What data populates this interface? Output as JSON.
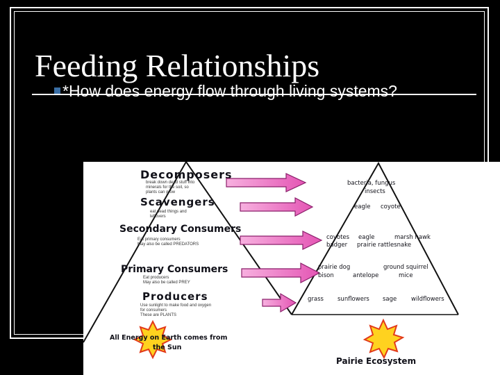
{
  "slide": {
    "title": "Feeding Relationships",
    "subtitle": "*How does energy flow through living systems?"
  },
  "diagram": {
    "left_pyramid": {
      "levels": [
        {
          "heading": "Decomposers",
          "note_line1": "break down dead stuff into",
          "note_line2": "minerals for the soil, so",
          "note_line3": "plants can grow"
        },
        {
          "heading": "Scavengers",
          "note_line1": "eat dead things and",
          "note_line2": "leftovers"
        },
        {
          "heading": "Secondary Consumers",
          "note_line1": "Eat primary consumers",
          "note_line2": "May also be called PREDATORS"
        },
        {
          "heading": "Primary Consumers",
          "note_line1": "Eat producers",
          "note_line2": "May also be called PREY"
        },
        {
          "heading": "Producers",
          "note_line1": "Use sunlight to make food and oxygen",
          "note_line2": "for consumers",
          "note_line3": "These are PLANTS"
        }
      ],
      "sun_caption_line1": "All Energy on Earth comes from",
      "sun_caption_line2": "the Sun"
    },
    "right_pyramid": {
      "decomposers_line1": "bacteria, fungus",
      "decomposers_line2": "insects",
      "scavengers": [
        "eagle",
        "coyote"
      ],
      "secondary_row1": [
        "coyotes",
        "eagle",
        "marsh hawk"
      ],
      "secondary_row2": [
        "badger",
        "prairie rattlesnake"
      ],
      "primary_row1": [
        "prairie dog",
        "ground squirrel"
      ],
      "primary_row2": [
        "bison",
        "antelope",
        "mice"
      ],
      "producers": [
        "grass",
        "sunflowers",
        "sage",
        "wildflowers"
      ],
      "caption": "Pairie Ecosystem"
    },
    "colors": {
      "arrow_fill": "#ee6fc6",
      "arrow_stroke": "#8a1f6a",
      "sun_fill": "#ffd21f",
      "sun_stroke": "#e23a1a",
      "ink": "#101018"
    }
  }
}
